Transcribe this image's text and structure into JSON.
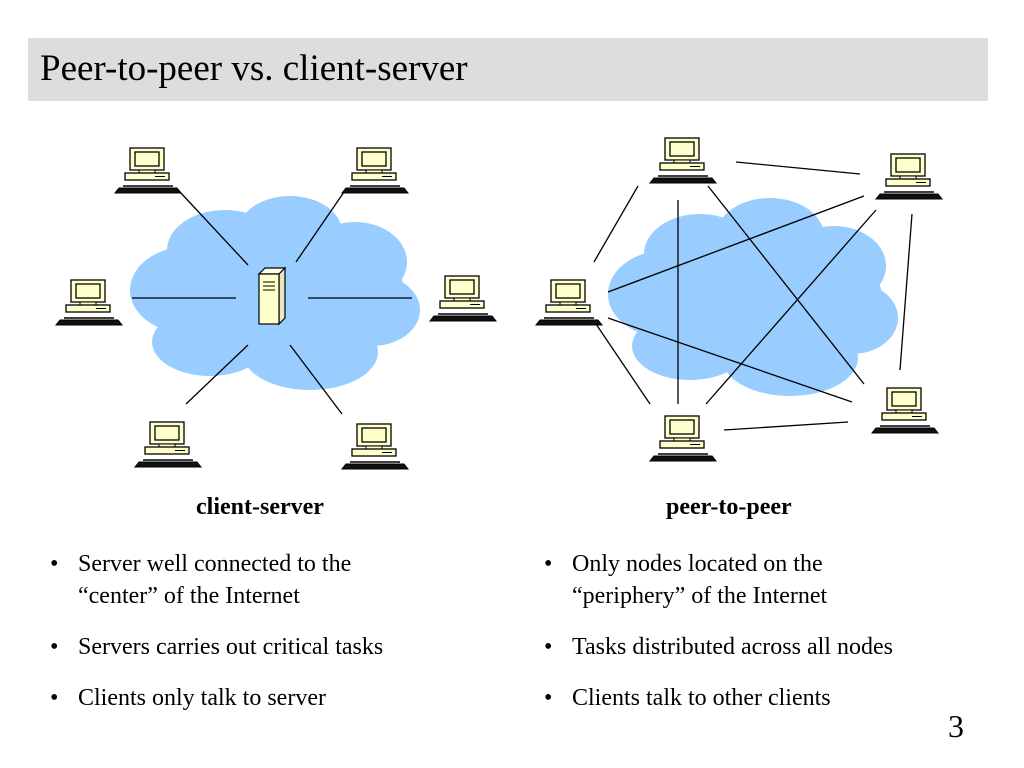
{
  "slide": {
    "title": "Peer-to-peer vs. client-server",
    "page_number": "3"
  },
  "client_server": {
    "caption": "client-server",
    "bullets": [
      {
        "lines": [
          "Server well connected to the",
          "“center” of the Internet"
        ]
      },
      {
        "lines": [
          "Servers carries out critical tasks"
        ]
      },
      {
        "lines": [
          "Clients only talk to server"
        ]
      }
    ]
  },
  "peer_to_peer": {
    "caption": "peer-to-peer",
    "bullets": [
      {
        "lines": [
          "Only nodes located on the",
          "“periphery” of the Internet"
        ]
      },
      {
        "lines": [
          "Tasks distributed across all nodes"
        ]
      },
      {
        "lines": [
          "Clients talk to other clients"
        ]
      }
    ]
  },
  "colors": {
    "title_bar": "#dddddd",
    "cloud": "#99ccff",
    "computer_body": "#ffffcc",
    "server_body": "#ffffcc",
    "lines": "#000000"
  },
  "icons": {
    "computer": "desktop-computer-icon",
    "server": "server-tower-icon",
    "cloud": "internet-cloud-icon"
  }
}
